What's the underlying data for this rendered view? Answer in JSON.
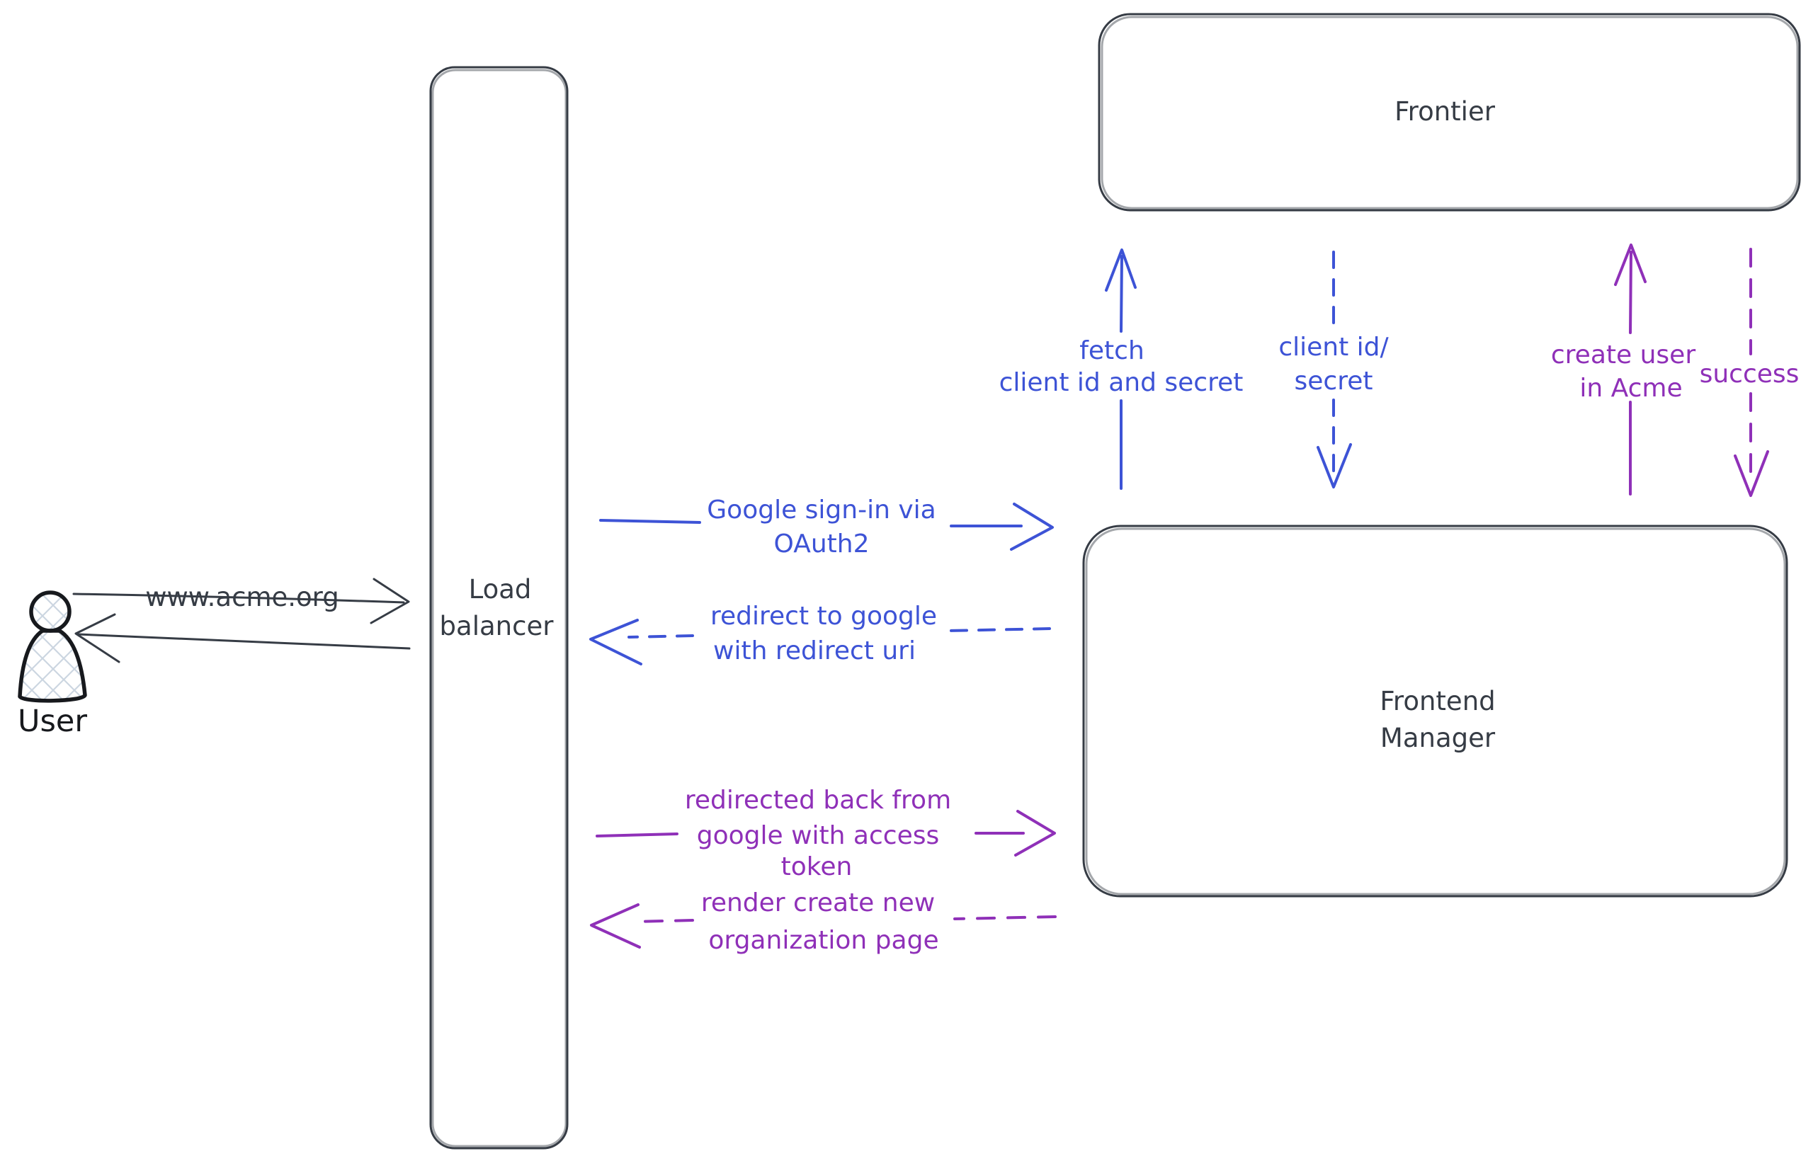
{
  "colors": {
    "ink": "#363c45",
    "blue": "#3d53d6",
    "purple": "#8f30b8",
    "hatch": "#ccd6e1",
    "figure": "#17191d",
    "background": "#ffffff"
  },
  "nodes": {
    "user": {
      "label": "User"
    },
    "load_balancer": {
      "lines": [
        "Load",
        "balancer"
      ]
    },
    "frontier": {
      "label": "Frontier"
    },
    "frontend_manager": {
      "lines": [
        "Frontend",
        "Manager"
      ]
    }
  },
  "arrows": {
    "acme_request": {
      "label": "www.acme.org",
      "style": "solid",
      "direction": "right"
    },
    "acme_response": {
      "label": "",
      "style": "solid",
      "direction": "left"
    },
    "google_signin": {
      "lines": [
        "Google sign-in via",
        "OAuth2"
      ],
      "style": "solid",
      "direction": "right"
    },
    "redirect_google": {
      "lines": [
        "redirect to google",
        "with redirect uri"
      ],
      "style": "dashed",
      "direction": "left"
    },
    "fetch_secret": {
      "lines": [
        "fetch",
        "client id and secret"
      ],
      "style": "solid",
      "direction": "up"
    },
    "client_id_secret": {
      "lines": [
        "client id/",
        "secret"
      ],
      "style": "dashed",
      "direction": "down"
    },
    "create_user": {
      "lines": [
        "create user",
        "in Acme"
      ],
      "style": "solid",
      "direction": "up"
    },
    "success": {
      "label": "success",
      "style": "dashed",
      "direction": "down"
    },
    "redirected_back": {
      "lines": [
        "redirected back from",
        "google with access",
        "token"
      ],
      "style": "solid",
      "direction": "right"
    },
    "render_org_page": {
      "lines": [
        "render create new",
        "organization page"
      ],
      "style": "dashed",
      "direction": "left"
    }
  }
}
